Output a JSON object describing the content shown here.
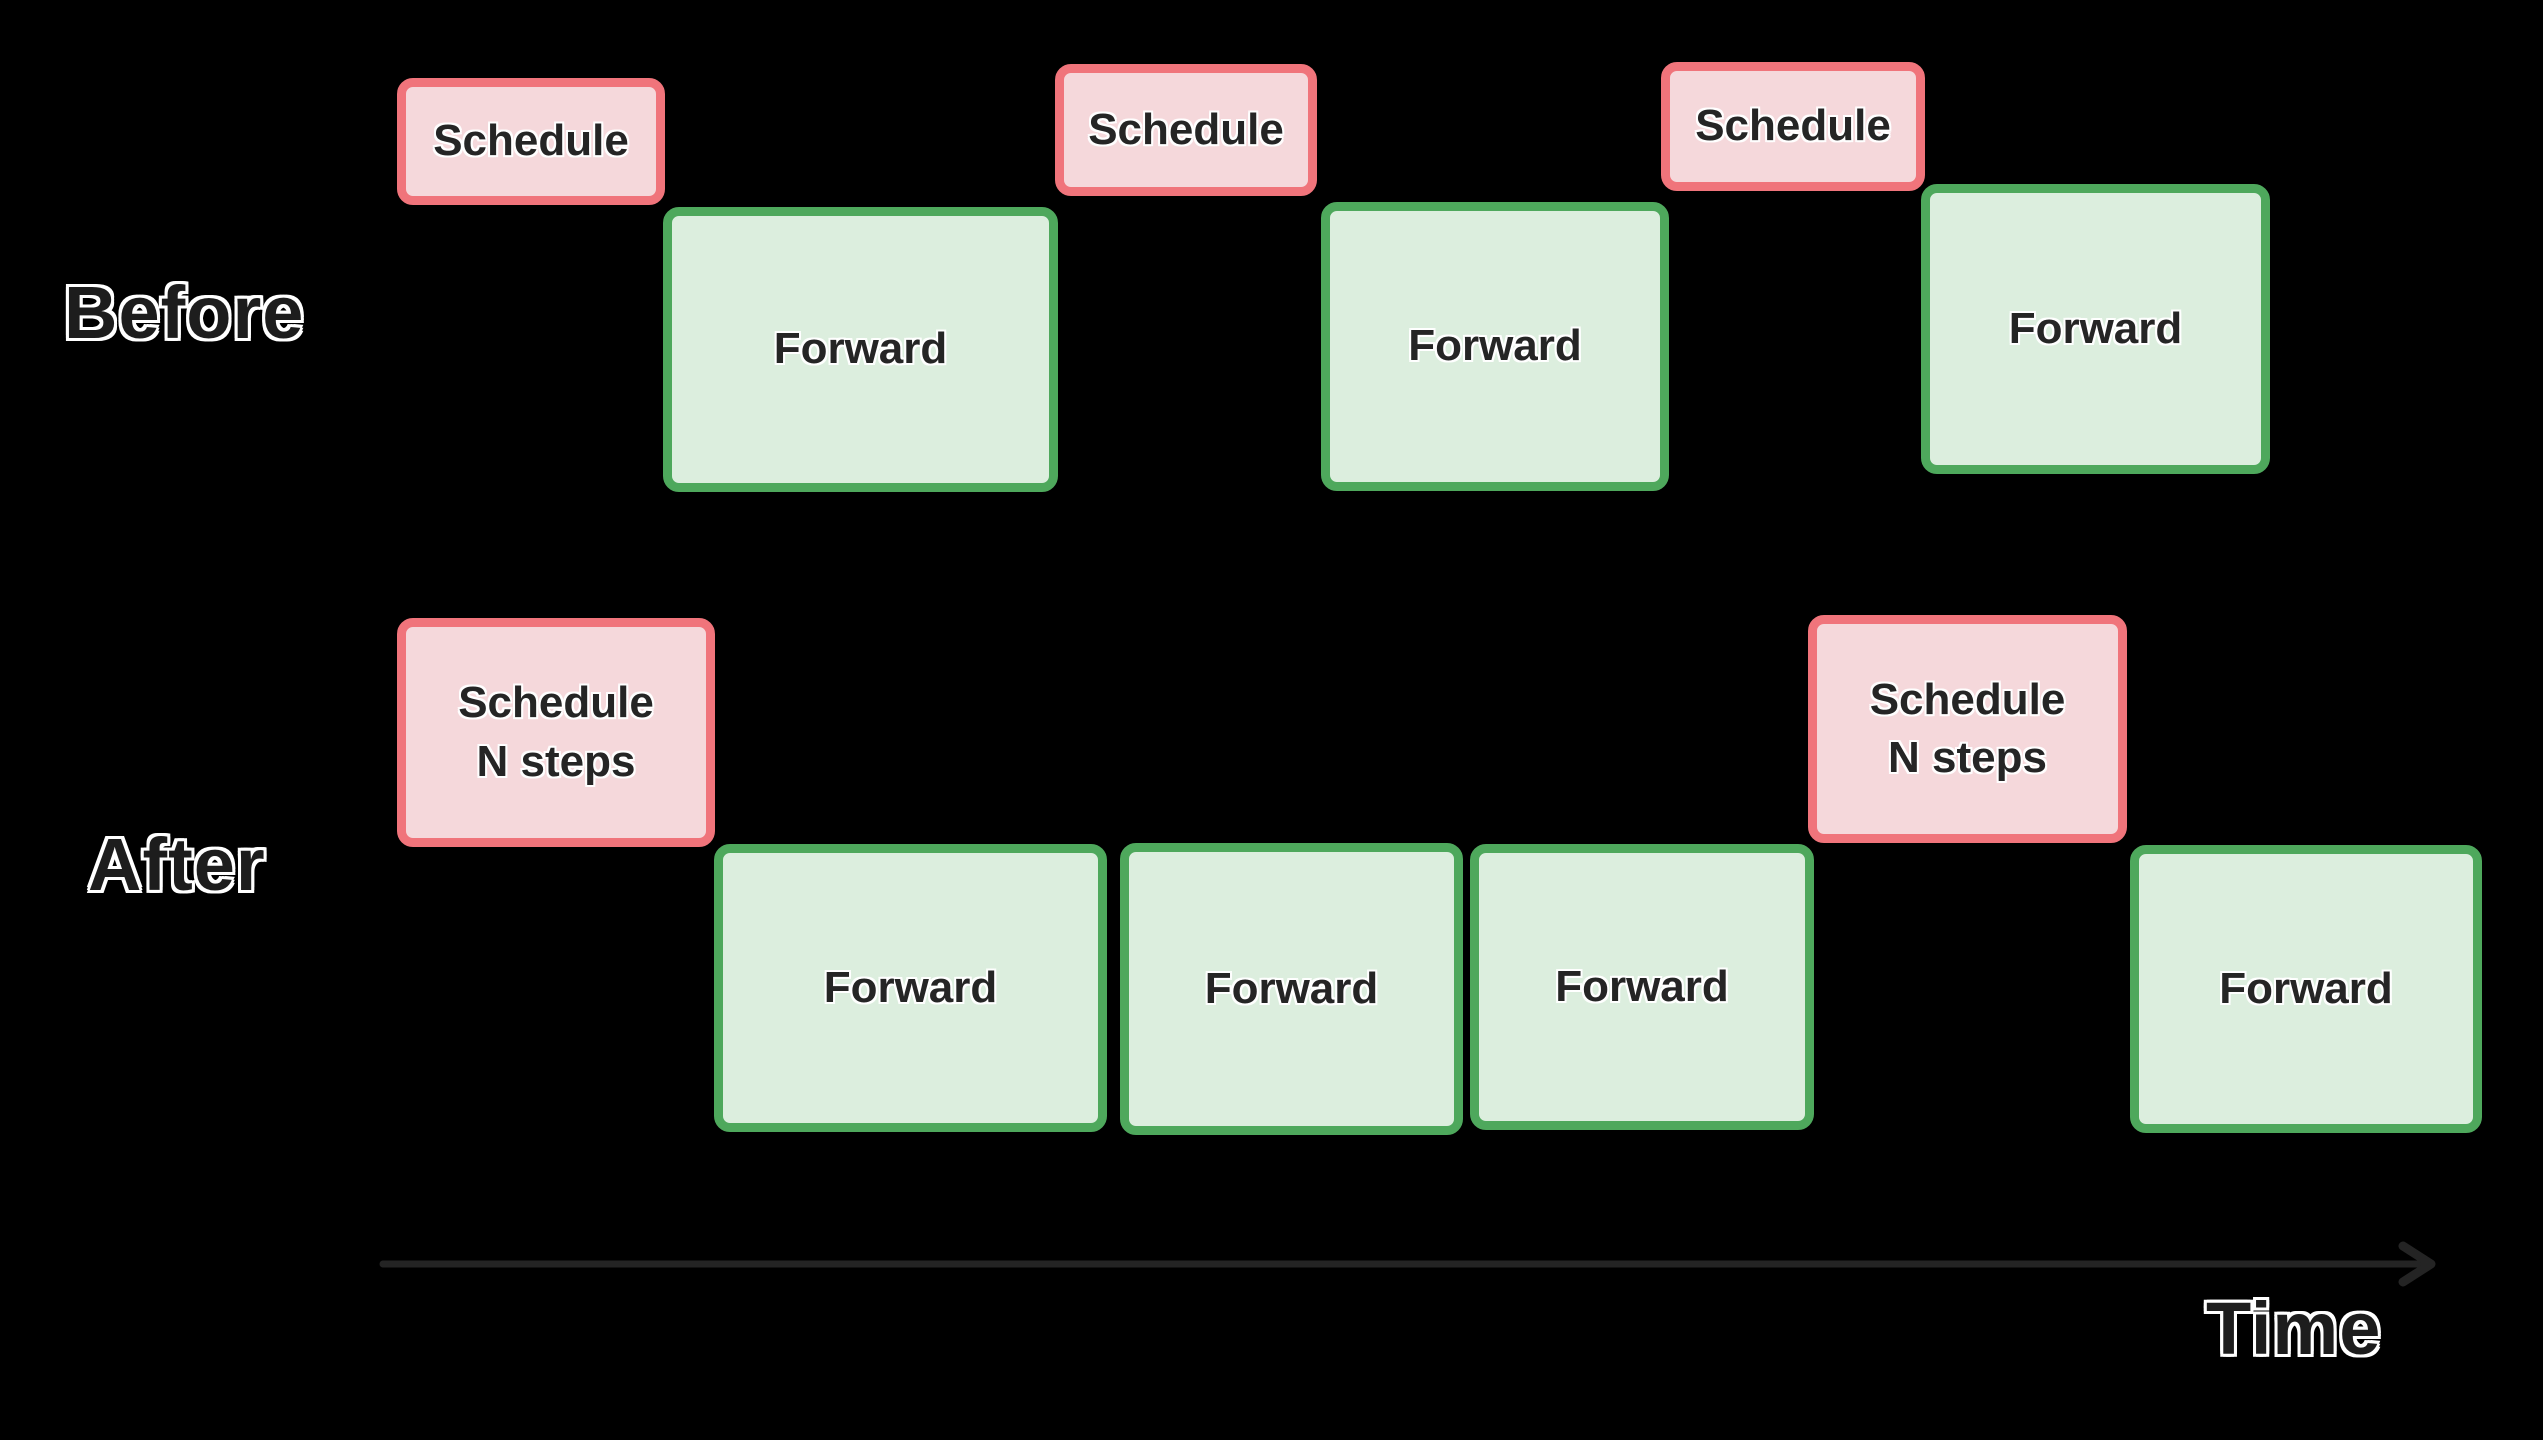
{
  "diagram": {
    "title_context": "Scheduling diagram comparing per-step scheduling (Before) with multi-step scheduling (After)",
    "background_color": "#000000",
    "colors": {
      "schedule_fill": "#f5d8db",
      "schedule_border": "#f0747b",
      "forward_fill": "#dceede",
      "forward_border": "#4ea85c",
      "box_text": "#252525",
      "label_text": "#1d1d1d",
      "label_outline": "#ffffff",
      "arrow": "#242424"
    },
    "rows": [
      {
        "label": "Before",
        "boxes": [
          {
            "type": "schedule",
            "label": "Schedule"
          },
          {
            "type": "forward",
            "label": "Forward"
          },
          {
            "type": "schedule",
            "label": "Schedule"
          },
          {
            "type": "forward",
            "label": "Forward"
          },
          {
            "type": "schedule",
            "label": "Schedule"
          },
          {
            "type": "forward",
            "label": "Forward"
          }
        ]
      },
      {
        "label": "After",
        "boxes": [
          {
            "type": "schedule",
            "label": "Schedule\nN steps"
          },
          {
            "type": "forward",
            "label": "Forward"
          },
          {
            "type": "forward",
            "label": "Forward"
          },
          {
            "type": "forward",
            "label": "Forward"
          },
          {
            "type": "schedule",
            "label": "Schedule\nN steps"
          },
          {
            "type": "forward",
            "label": "Forward"
          }
        ]
      }
    ],
    "axis": {
      "label": "Time"
    }
  }
}
